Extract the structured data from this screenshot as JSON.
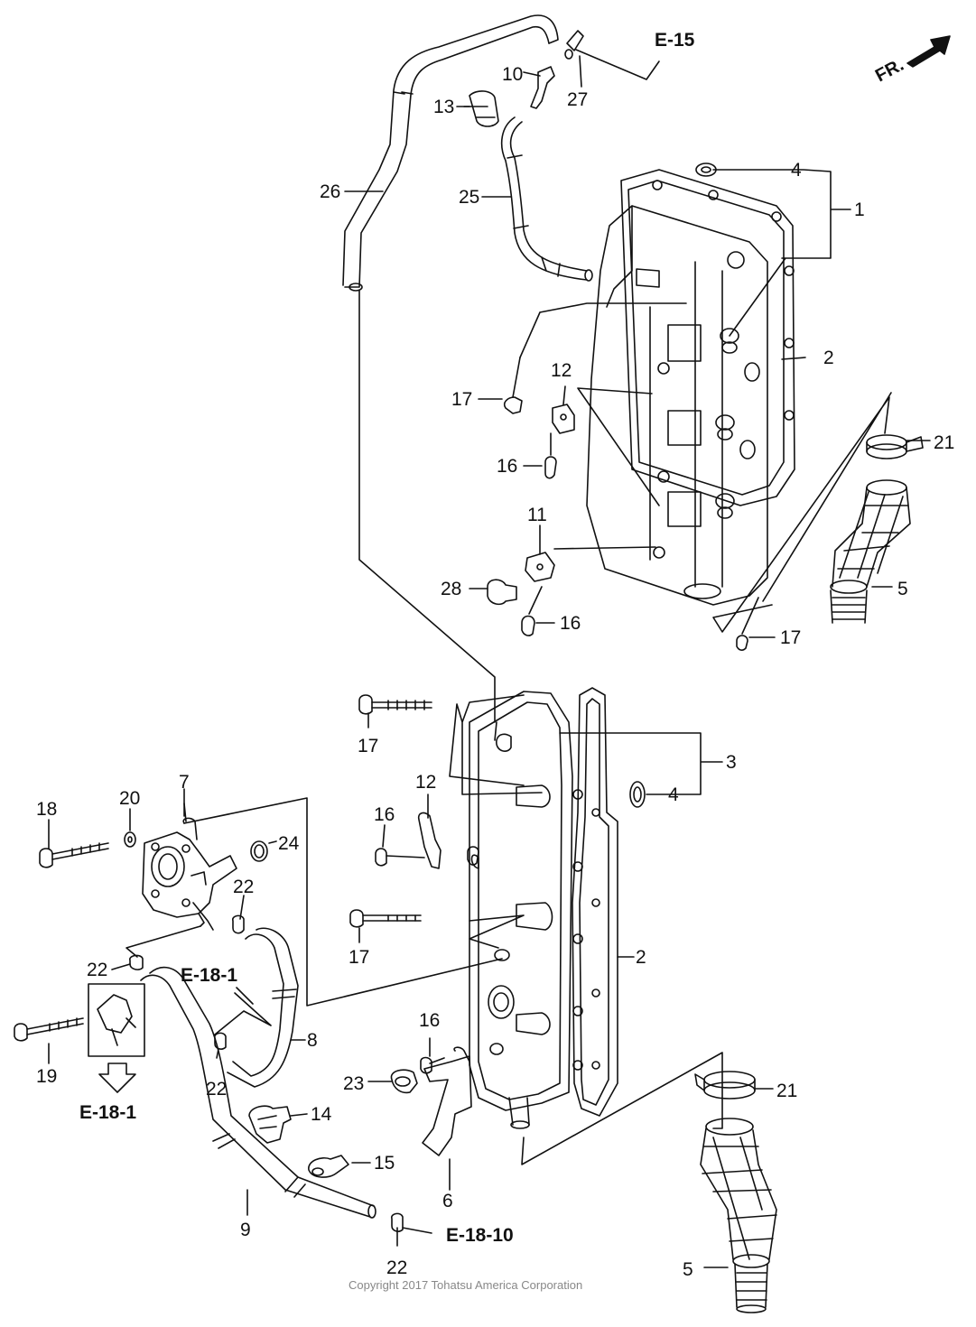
{
  "orientation": "FR.",
  "references": {
    "e15": "E-15",
    "e18_1_upper": "E-18-1",
    "e18_1_lower": "E-18-1",
    "e18_10": "E-18-10"
  },
  "callouts": {
    "n1": "1",
    "n2_upper": "2",
    "n2_lower": "2",
    "n3": "3",
    "n4_upper": "4",
    "n4_lower": "4",
    "n5_upper": "5",
    "n5_lower": "5",
    "n6": "6",
    "n7": "7",
    "n8": "8",
    "n9": "9",
    "n10": "10",
    "n11": "11",
    "n12_upper": "12",
    "n12_lower": "12",
    "n13": "13",
    "n14": "14",
    "n15": "15",
    "n16_a": "16",
    "n16_b": "16",
    "n16_c": "16",
    "n16_d": "16",
    "n17_a": "17",
    "n17_b": "17",
    "n17_c": "17",
    "n17_d": "17",
    "n18": "18",
    "n19": "19",
    "n20": "20",
    "n21_upper": "21",
    "n21_lower": "21",
    "n22_a": "22",
    "n22_b": "22",
    "n22_c": "22",
    "n22_d": "22",
    "n23": "23",
    "n24": "24",
    "n25": "25",
    "n26": "26",
    "n27": "27",
    "n28": "28"
  },
  "copyright": "Copyright 2017 Tohatsu America Corporation",
  "colors": {
    "ink": "#111111",
    "paper": "#ffffff",
    "copyright": "#888888"
  }
}
